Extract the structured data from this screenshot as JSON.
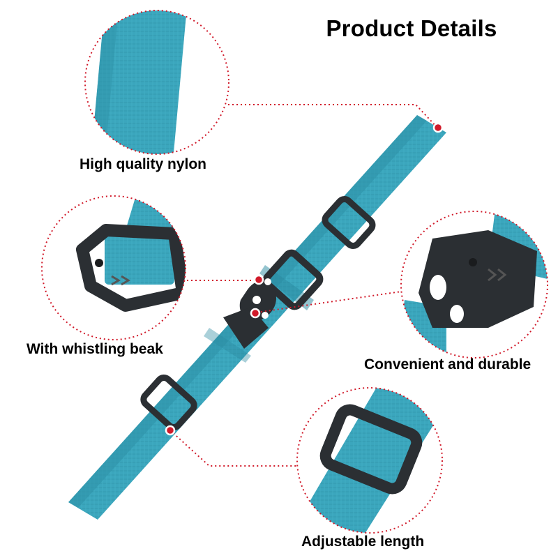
{
  "title": "Product Details",
  "features": [
    {
      "label": "High quality nylon"
    },
    {
      "label": "With whistling beak"
    },
    {
      "label": "Convenient and durable"
    },
    {
      "label": "Adjustable length"
    }
  ],
  "colors": {
    "strap": "#3ba6bd",
    "strap_shadow": "#2a8aa0",
    "buckle": "#2b2f33",
    "callout": "#d11a2a"
  }
}
